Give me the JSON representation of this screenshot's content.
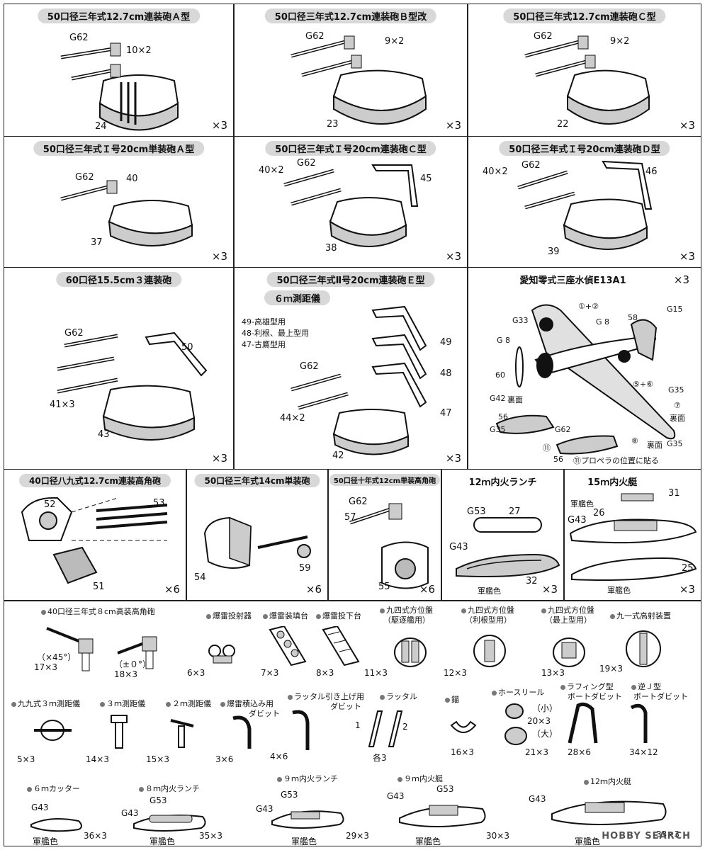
{
  "cells": [
    {
      "title": "50口径三年式12.7cm連装砲Ａ型",
      "labels": [
        "G62",
        "10×2",
        "24"
      ],
      "qty": "×3"
    },
    {
      "title": "50口径三年式12.7cm連装砲Ｂ型改",
      "labels": [
        "G62",
        "9×2",
        "23"
      ],
      "qty": "×3"
    },
    {
      "title": "50口径三年式12.7cm連装砲Ｃ型",
      "labels": [
        "G62",
        "9×2",
        "22"
      ],
      "qty": "×3"
    },
    {
      "title": "50口径三年式Ｉ号20cm単装砲Ａ型",
      "labels": [
        "G62",
        "40",
        "37"
      ],
      "qty": "×3"
    },
    {
      "title": "50口径三年式Ｉ号20cm連装砲Ｃ型",
      "labels": [
        "40×2",
        "G62",
        "45",
        "38"
      ],
      "qty": "×3"
    },
    {
      "title": "50口径三年式Ｉ号20cm連装砲Ｄ型",
      "labels": [
        "40×2",
        "G62",
        "46",
        "39"
      ],
      "qty": "×3"
    },
    {
      "title": "60口径15.5cm３連装砲",
      "labels": [
        "G62",
        "50",
        "41×3",
        "43"
      ],
      "qty": "×3"
    },
    {
      "title": "50口径三年式Ⅱ号20cm連装砲Ｅ型",
      "subtitle": "６ｍ測距儀",
      "notes": [
        "49-高雄型用",
        "48-利根、最上型用",
        "47-古鷹型用"
      ],
      "labels": [
        "49",
        "48",
        "47",
        "G62",
        "44×2",
        "42"
      ],
      "qty": "×3"
    },
    {
      "title": "愛知零式三座水偵E13A1",
      "labels": [
        "①+②",
        "G33",
        "G 8",
        "58",
        "G15",
        "G 8",
        "60",
        "⑤+⑥",
        "G35",
        "G42",
        "裏面",
        "⑦",
        "裏面",
        "56",
        "G35",
        "G62",
        "⑪",
        "⑧",
        "裏面",
        "G35",
        "56",
        "⑪プロペラの位置に貼る"
      ],
      "qty": "×3"
    },
    {
      "title": "40口径八九式12.7cm連装高角砲",
      "labels": [
        "52",
        "53",
        "51"
      ],
      "qty": "×6"
    },
    {
      "title": "50口径三年式14cm単装砲",
      "labels": [
        "54",
        "59"
      ],
      "qty": "×6"
    },
    {
      "title": "50口径十年式12cm単装高角砲",
      "labels": [
        "G62",
        "57",
        "55"
      ],
      "qty": "×6"
    },
    {
      "title": "12ｍ内火ランチ",
      "labels": [
        "G53",
        "27",
        "G43",
        "32",
        "軍艦色"
      ],
      "qty": "×3"
    },
    {
      "title": "15ｍ内火艇",
      "labels": [
        "31",
        "軍艦色",
        "26",
        "G43",
        "25",
        "軍艦色"
      ],
      "qty": "×3"
    }
  ],
  "items": [
    {
      "name": "40口径三年式８cm高装高角砲",
      "qtys": [
        "（×45°）",
        "17×3",
        "（±０°）",
        "18×3"
      ]
    },
    {
      "name": "爆雷投射器",
      "qtys": [
        "6×3"
      ]
    },
    {
      "name": "爆雷装填台",
      "qtys": [
        "7×3"
      ]
    },
    {
      "name": "爆雷投下台",
      "qtys": [
        "8×3"
      ]
    },
    {
      "name": "九四式方位盤",
      "sub": "（駆逐艦用）",
      "qtys": [
        "11×3"
      ]
    },
    {
      "name": "九四式方位盤",
      "sub": "（利根型用）",
      "qtys": [
        "12×3"
      ]
    },
    {
      "name": "九四式方位盤",
      "sub": "（最上型用）",
      "qtys": [
        "13×3"
      ]
    },
    {
      "name": "九一式高射装置",
      "qtys": [
        "19×3"
      ]
    },
    {
      "name": "九九式３ｍ測距儀",
      "qtys": [
        "5×3"
      ]
    },
    {
      "name": "３ｍ測距儀",
      "qtys": [
        "14×3"
      ]
    },
    {
      "name": "２ｍ測距儀",
      "qtys": [
        "15×3"
      ]
    },
    {
      "name": "爆雷積込み用",
      "sub": "ダビット",
      "qtys": [
        "3×6"
      ]
    },
    {
      "name": "ラッタル引き上げ用",
      "sub": "ダビット",
      "qtys": [
        "4×6"
      ]
    },
    {
      "name": "ラッタル",
      "qtys": [
        "1",
        "2",
        "各3"
      ]
    },
    {
      "name": "錨",
      "qtys": [
        "16×3"
      ]
    },
    {
      "name": "ホースリール",
      "qtys": [
        "（小）",
        "20×3",
        "（大）",
        "21×3"
      ]
    },
    {
      "name": "ラフィング型",
      "sub": "ボートダビット",
      "qtys": [
        "28×6"
      ]
    },
    {
      "name": "逆Ｊ型",
      "sub": "ボートダビット",
      "qtys": [
        "34×12"
      ]
    },
    {
      "name": "６ｍカッター",
      "qtys": [
        "G43",
        "36×3",
        "軍艦色"
      ]
    },
    {
      "name": "８ｍ内火ランチ",
      "qtys": [
        "G53",
        "G43",
        "35×3",
        "軍艦色"
      ]
    },
    {
      "name": "９ｍ内火ランチ",
      "qtys": [
        "G53",
        "G43",
        "29×3",
        "軍艦色"
      ]
    },
    {
      "name": "９ｍ内火艇",
      "qtys": [
        "G43",
        "G53",
        "30×3",
        "軍艦色"
      ]
    },
    {
      "name": "12ｍ内火艇",
      "qtys": [
        "G43",
        "33×3",
        "軍艦色"
      ]
    }
  ],
  "watermark": "HOBBY SEARCH"
}
